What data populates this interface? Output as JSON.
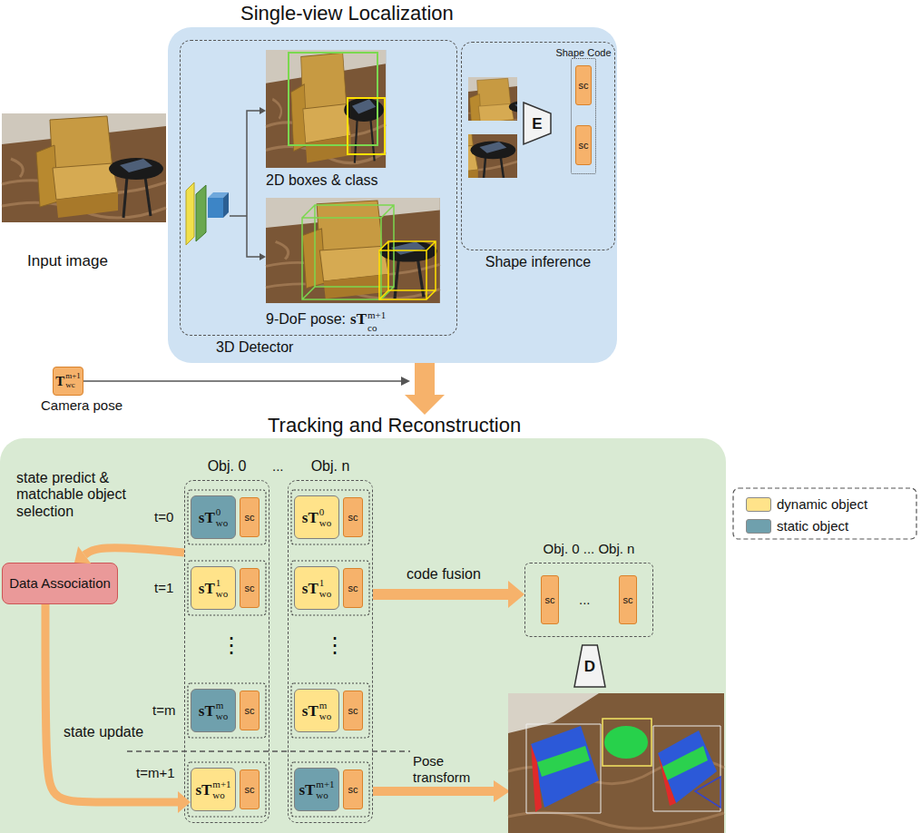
{
  "diagram": {
    "nodes": [
      {
        "text": [
          "Single-view Localization"
        ]
      },
      {
        "text": [
          "3D Detector"
        ],
        "in": 0
      },
      {
        "text": [
          "Shape inference"
        ],
        "in": 0
      },
      {
        "text": [
          "E"
        ],
        "in": 2
      },
      {
        "text": [
          "Shape Code"
        ],
        "in": 2
      },
      {
        "text": [
          "sc"
        ],
        "in": 4
      },
      {
        "text": [
          "sc"
        ],
        "in": 4
      },
      {
        "text": [
          "T",
          "wc",
          "m+1",
          "Camera pose"
        ]
      },
      {
        "text": [
          "Tracking and Reconstruction"
        ]
      },
      {
        "text": [
          "Data Association"
        ],
        "in": 8
      },
      {
        "text": [
          "Obj. 0"
        ],
        "in": 8
      },
      {
        "text": [
          "sT",
          "wo",
          "0"
        ],
        "in": 10
      },
      {
        "text": [
          "sc"
        ],
        "in": 10
      },
      {
        "text": [
          "sT",
          "wo",
          "1"
        ],
        "in": 10
      },
      {
        "text": [
          "sc"
        ],
        "in": 10
      },
      {
        "text": [
          "sT",
          "wo",
          "m"
        ],
        "in": 10
      },
      {
        "text": [
          "sc"
        ],
        "in": 10
      },
      {
        "text": [
          "sT",
          "wo",
          "m+1"
        ],
        "in": 10
      },
      {
        "text": [
          "sc"
        ],
        "in": 10
      },
      {
        "text": [
          "Obj. n"
        ],
        "in": 8
      },
      {
        "text": [
          "sT",
          "wo",
          "0"
        ],
        "in": 19
      },
      {
        "text": [
          "sc"
        ],
        "in": 19
      },
      {
        "text": [
          "sT",
          "wo",
          "1"
        ],
        "in": 19
      },
      {
        "text": [
          "sc"
        ],
        "in": 19
      },
      {
        "text": [
          "sT",
          "wo",
          "m"
        ],
        "in": 19
      },
      {
        "text": [
          "sc"
        ],
        "in": 19
      },
      {
        "text": [
          "sT",
          "wo",
          "m+1"
        ],
        "in": 19
      },
      {
        "text": [
          "sc"
        ],
        "in": 19
      },
      {
        "text": [
          "Obj. 0 ... Obj. n"
        ],
        "in": 8
      },
      {
        "text": [
          "sc"
        ],
        "in": 28
      },
      {
        "text": [
          "sc"
        ],
        "in": 28
      },
      {
        "text": [
          "D"
        ],
        "in": 8
      }
    ],
    "edges": [
      {
        "from": 0,
        "to": 8,
        "arrow": "to"
      },
      {
        "from": 10,
        "to": 9,
        "label": "state predict & matchable object selection",
        "arrow": "to"
      },
      {
        "from": 9,
        "to": 17,
        "label": "state update",
        "arrow": "to"
      },
      {
        "from": 19,
        "to": 28,
        "label": "code fusion",
        "arrow": "to"
      }
    ],
    "labels": [
      "Input image",
      "2D boxes & class",
      "9-DoF pose:",
      "sT",
      "co",
      "m+1",
      "...",
      "t=0",
      "t=1",
      "⋮",
      "⋮",
      "t=m",
      "t=m+1",
      "Pose transform",
      "..."
    ],
    "legend": [
      {
        "text": "dynamic object",
        "color": "#ffe38a"
      },
      {
        "text": "static object",
        "color": "#6fa0ad"
      }
    ]
  }
}
